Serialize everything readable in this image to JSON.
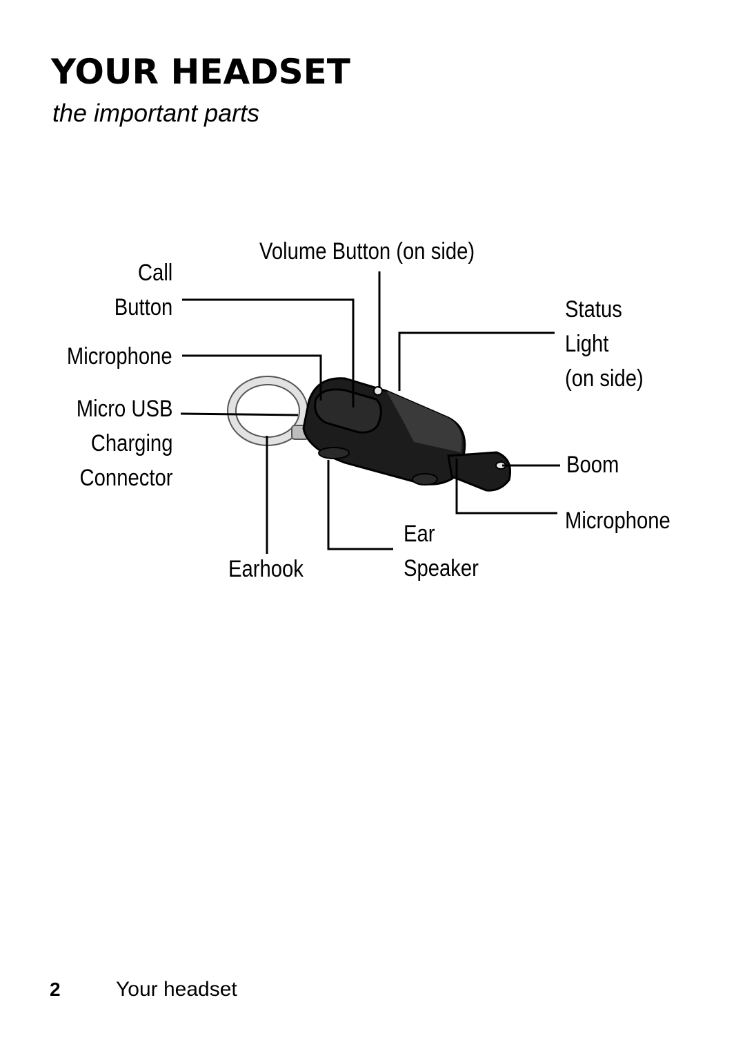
{
  "page": {
    "title": "YOUR HEADSET",
    "subtitle": "the important parts"
  },
  "diagram": {
    "labels": {
      "call_button": [
        "Call",
        "Button"
      ],
      "microphone_left": "Microphone",
      "micro_usb": [
        "Micro USB",
        "Charging",
        "Connector"
      ],
      "volume_button": "Volume Button (on side)",
      "status_light": [
        "Status",
        "Light",
        "(on side)"
      ],
      "boom": "Boom",
      "microphone_right": "Microphone",
      "ear_speaker": [
        "Ear",
        "Speaker"
      ],
      "earhook": "Earhook"
    },
    "colors": {
      "headset_body": "#1a1a1a",
      "headset_highlight": "#3a3a3a",
      "earhook_ring": "#d8d8d8",
      "leader_lines": "#000000"
    }
  },
  "footer": {
    "page_number": "2",
    "section": "Your headset"
  }
}
